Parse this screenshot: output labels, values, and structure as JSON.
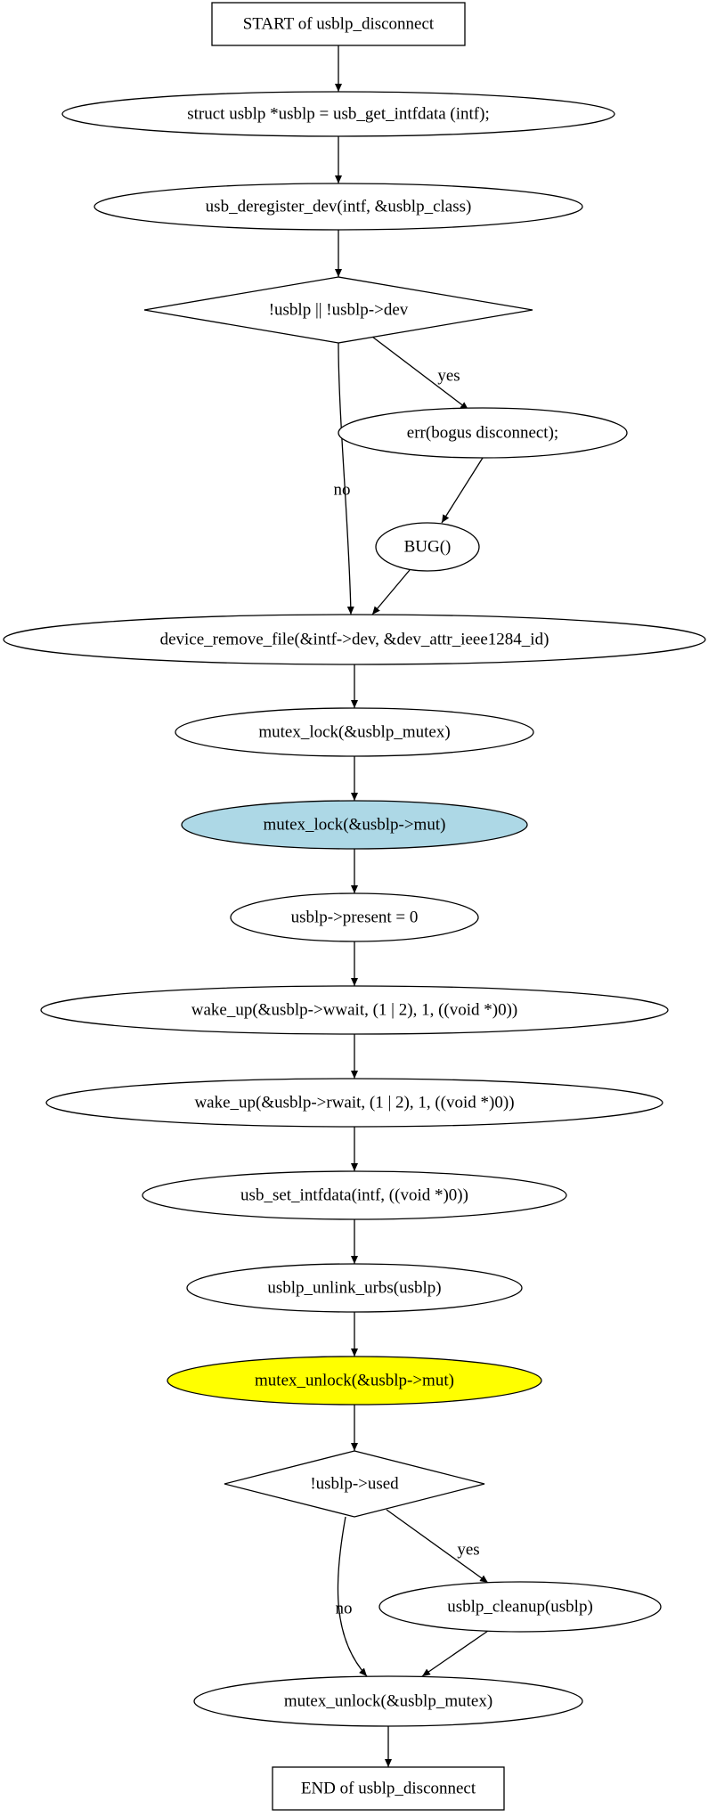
{
  "diagram": {
    "nodes": [
      {
        "id": "start",
        "shape": "box",
        "label": "START of usblp_disconnect",
        "fill": "#ffffff"
      },
      {
        "id": "get_intf",
        "shape": "ellipse",
        "label": "struct usblp *usblp = usb_get_intfdata (intf);",
        "fill": "#ffffff"
      },
      {
        "id": "deregister",
        "shape": "ellipse",
        "label": "usb_deregister_dev(intf, &usblp_class)",
        "fill": "#ffffff"
      },
      {
        "id": "check_dev",
        "shape": "diamond",
        "label": "!usblp || !usblp->dev",
        "fill": "#ffffff"
      },
      {
        "id": "err",
        "shape": "ellipse",
        "label": "err(bogus disconnect);",
        "fill": "#ffffff"
      },
      {
        "id": "bug",
        "shape": "ellipse",
        "label": "BUG()",
        "fill": "#ffffff"
      },
      {
        "id": "remove_file",
        "shape": "ellipse",
        "label": "device_remove_file(&intf->dev, &dev_attr_ieee1284_id)",
        "fill": "#ffffff"
      },
      {
        "id": "lock_mutex",
        "shape": "ellipse",
        "label": "mutex_lock(&usblp_mutex)",
        "fill": "#ffffff"
      },
      {
        "id": "lock_mut",
        "shape": "ellipse",
        "label": "mutex_lock(&usblp->mut)",
        "fill": "#add8e6"
      },
      {
        "id": "present",
        "shape": "ellipse",
        "label": "usblp->present = 0",
        "fill": "#ffffff"
      },
      {
        "id": "wake_w",
        "shape": "ellipse",
        "label": "wake_up(&usblp->wwait, (1 | 2), 1, ((void *)0))",
        "fill": "#ffffff"
      },
      {
        "id": "wake_r",
        "shape": "ellipse",
        "label": "wake_up(&usblp->rwait, (1 | 2), 1, ((void *)0))",
        "fill": "#ffffff"
      },
      {
        "id": "set_intf",
        "shape": "ellipse",
        "label": "usb_set_intfdata(intf, ((void *)0))",
        "fill": "#ffffff"
      },
      {
        "id": "unlink",
        "shape": "ellipse",
        "label": "usblp_unlink_urbs(usblp)",
        "fill": "#ffffff"
      },
      {
        "id": "unlock_mut",
        "shape": "ellipse",
        "label": "mutex_unlock(&usblp->mut)",
        "fill": "#ffff00"
      },
      {
        "id": "check_used",
        "shape": "diamond",
        "label": "!usblp->used",
        "fill": "#ffffff"
      },
      {
        "id": "cleanup",
        "shape": "ellipse",
        "label": "usblp_cleanup(usblp)",
        "fill": "#ffffff"
      },
      {
        "id": "unlock_mutex",
        "shape": "ellipse",
        "label": "mutex_unlock(&usblp_mutex)",
        "fill": "#ffffff"
      },
      {
        "id": "end",
        "shape": "box",
        "label": "END of usblp_disconnect",
        "fill": "#ffffff"
      }
    ],
    "edges": [
      {
        "from": "start",
        "to": "get_intf",
        "label": ""
      },
      {
        "from": "get_intf",
        "to": "deregister",
        "label": ""
      },
      {
        "from": "deregister",
        "to": "check_dev",
        "label": ""
      },
      {
        "from": "check_dev",
        "to": "err",
        "label": "yes"
      },
      {
        "from": "check_dev",
        "to": "remove_file",
        "label": "no"
      },
      {
        "from": "err",
        "to": "bug",
        "label": ""
      },
      {
        "from": "bug",
        "to": "remove_file",
        "label": ""
      },
      {
        "from": "remove_file",
        "to": "lock_mutex",
        "label": ""
      },
      {
        "from": "lock_mutex",
        "to": "lock_mut",
        "label": ""
      },
      {
        "from": "lock_mut",
        "to": "present",
        "label": ""
      },
      {
        "from": "present",
        "to": "wake_w",
        "label": ""
      },
      {
        "from": "wake_w",
        "to": "wake_r",
        "label": ""
      },
      {
        "from": "wake_r",
        "to": "set_intf",
        "label": ""
      },
      {
        "from": "set_intf",
        "to": "unlink",
        "label": ""
      },
      {
        "from": "unlink",
        "to": "unlock_mut",
        "label": ""
      },
      {
        "from": "unlock_mut",
        "to": "check_used",
        "label": ""
      },
      {
        "from": "check_used",
        "to": "cleanup",
        "label": "yes"
      },
      {
        "from": "check_used",
        "to": "unlock_mutex",
        "label": "no"
      },
      {
        "from": "cleanup",
        "to": "unlock_mutex",
        "label": ""
      },
      {
        "from": "unlock_mutex",
        "to": "end",
        "label": ""
      }
    ]
  }
}
